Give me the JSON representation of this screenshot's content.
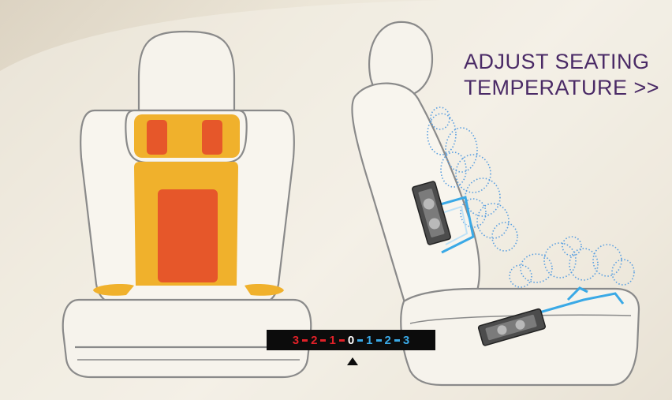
{
  "title": {
    "line1": "ADJUST SEATING",
    "line2": "TEMPERATURE >>"
  },
  "scale": {
    "levels": [
      {
        "label": "3",
        "type": "hot"
      },
      {
        "label": "2",
        "type": "hot"
      },
      {
        "label": "1",
        "type": "hot"
      },
      {
        "label": "0",
        "type": "neutral"
      },
      {
        "label": "1",
        "type": "cool"
      },
      {
        "label": "2",
        "type": "cool"
      },
      {
        "label": "3",
        "type": "cool"
      }
    ],
    "selected_level": 0
  },
  "colors": {
    "title": "#4a2a66",
    "heat_hot": "#e02128",
    "heat_cool": "#3aa9e6",
    "seat_heat_outer": "#f0b12c",
    "seat_heat_inner": "#e6572a",
    "vent_air": "#5a9fe0",
    "seat_outline": "#8a8a8a"
  },
  "icons": {
    "left_seat": "heated-seat-front-view",
    "right_seat": "ventilated-seat-side-view",
    "fan_modules": "seat-fan-icon",
    "pointer": "triangle-up-icon"
  }
}
